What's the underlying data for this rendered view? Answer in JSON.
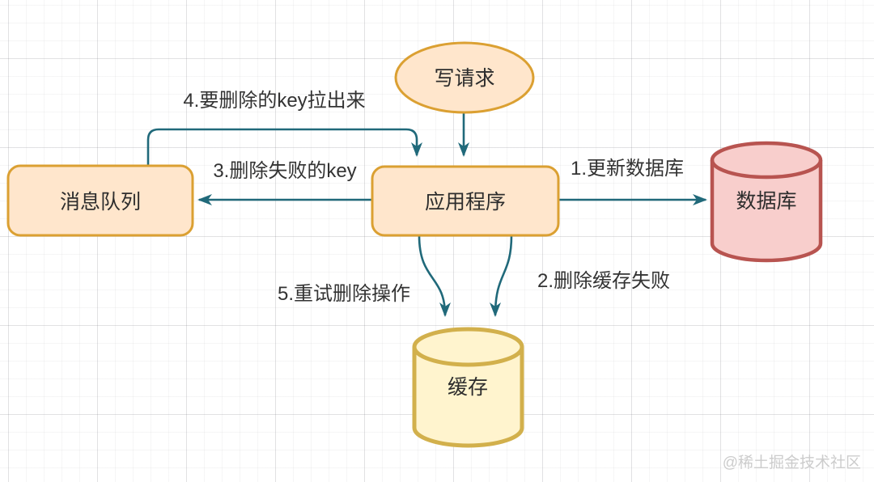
{
  "diagram": {
    "title_hint": "cache-delete-retry-flow",
    "nodes": {
      "write_request": {
        "label": "写请求",
        "shape": "ellipse"
      },
      "message_queue": {
        "label": "消息队列",
        "shape": "rounded-rect"
      },
      "application": {
        "label": "应用程序",
        "shape": "rounded-rect"
      },
      "database": {
        "label": "数据库",
        "shape": "cylinder"
      },
      "cache": {
        "label": "缓存",
        "shape": "cylinder"
      }
    },
    "edge_labels": {
      "update_database": "1.更新数据库",
      "delete_cache_failed": "2.删除缓存失败",
      "failed_key": "3.删除失败的key",
      "pull_key": "4.要删除的key拉出来",
      "retry_delete": "5.重试删除操作"
    },
    "watermark": "@稀土掘金技术社区",
    "colors": {
      "arrow": "#20697a",
      "node_fill": "#FFE6CC",
      "node_stroke": "#DBA032",
      "database_fill": "#F8CECC",
      "database_stroke": "#B85450",
      "cache_fill": "#FFF4CE",
      "cache_stroke": "#D2B04C",
      "label_text": "#333333",
      "watermark_text": "#cccccc"
    }
  }
}
